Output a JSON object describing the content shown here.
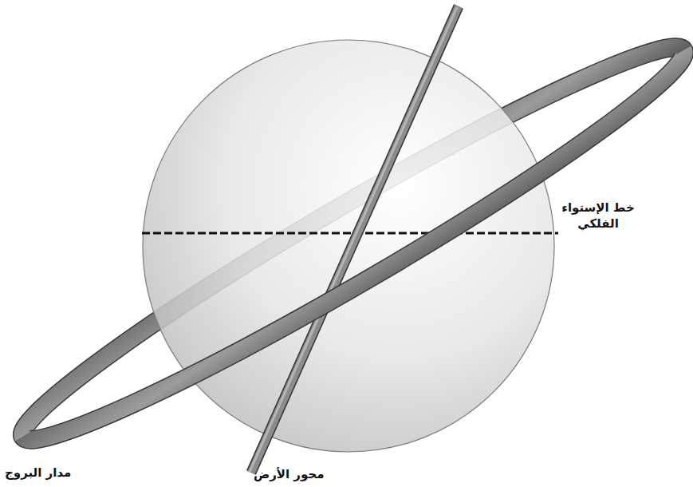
{
  "diagram": {
    "labels": [
      "خط الإستواء الفلكي",
      "مدار البروج",
      "محور الأرض"
    ]
  }
}
